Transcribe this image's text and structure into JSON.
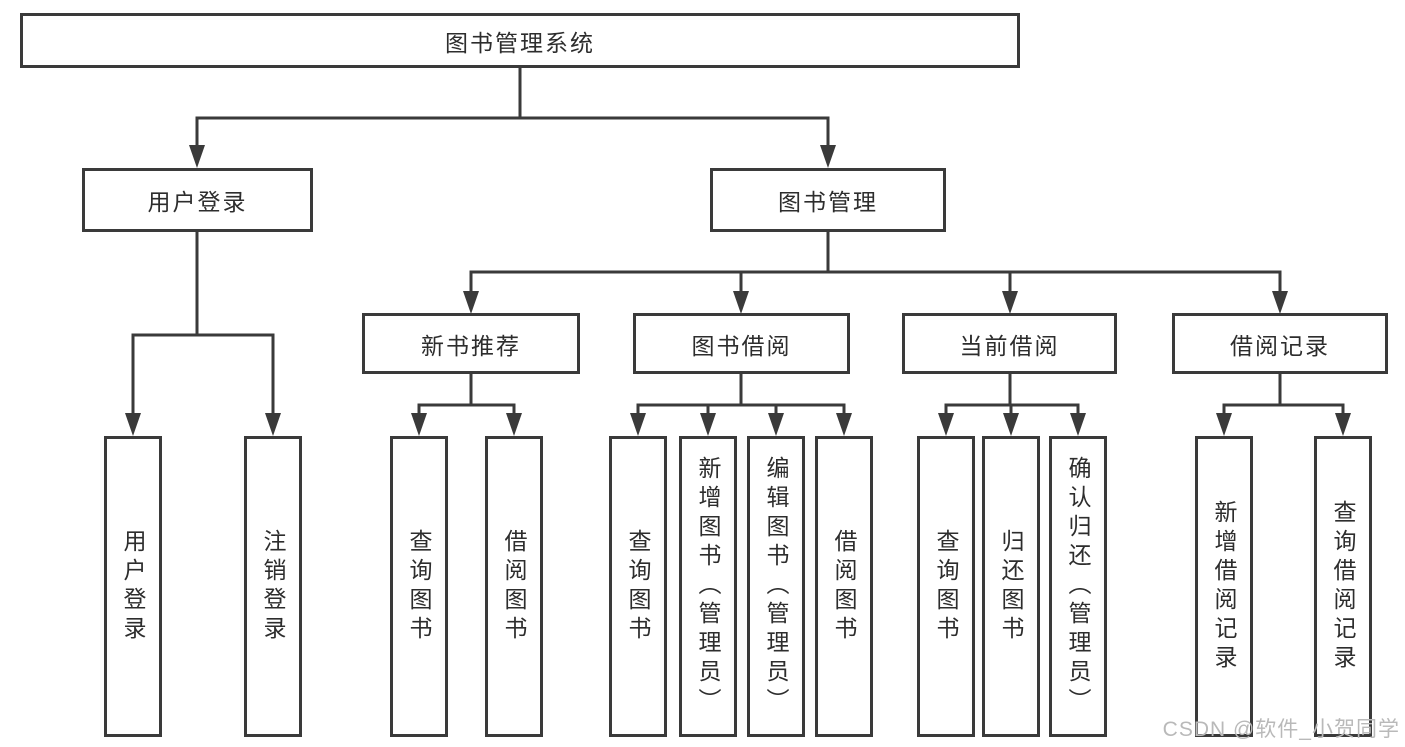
{
  "diagram": {
    "root": {
      "label": "图书管理系统",
      "children": [
        {
          "label": "用户登录",
          "children": [
            {
              "label": "用户登录"
            },
            {
              "label": "注销登录"
            }
          ]
        },
        {
          "label": "图书管理",
          "children": [
            {
              "label": "新书推荐",
              "children": [
                {
                  "label": "查询图书"
                },
                {
                  "label": "借阅图书"
                }
              ]
            },
            {
              "label": "图书借阅",
              "children": [
                {
                  "label": "查询图书"
                },
                {
                  "label": "新增图书（管理员）"
                },
                {
                  "label": "编辑图书（管理员）"
                },
                {
                  "label": "借阅图书"
                }
              ]
            },
            {
              "label": "当前借阅",
              "children": [
                {
                  "label": "查询图书"
                },
                {
                  "label": "归还图书"
                },
                {
                  "label": "确认归还（管理员）"
                }
              ]
            },
            {
              "label": "借阅记录",
              "children": [
                {
                  "label": "新增借阅记录"
                },
                {
                  "label": "查询借阅记录"
                }
              ]
            }
          ]
        }
      ]
    },
    "colors": {
      "line": "#3a3a3a",
      "text": "#2d2d2d",
      "background": "#ffffff",
      "watermark": "#b9b9b9"
    }
  },
  "watermark": {
    "text": "CSDN @软件_小贺同学"
  }
}
